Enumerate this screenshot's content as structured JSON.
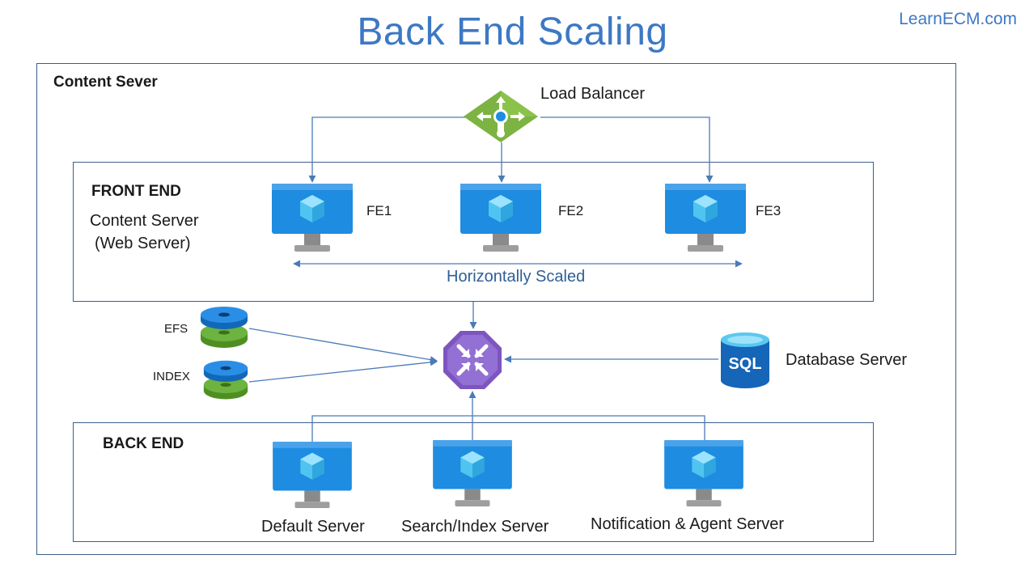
{
  "page": {
    "title": "Back End Scaling",
    "brand": "LearnECM.com"
  },
  "content_server": {
    "label": "Content Sever"
  },
  "load_balancer": {
    "label": "Load Balancer"
  },
  "front_end": {
    "heading": "FRONT END",
    "subtitle_line1": "Content Server",
    "subtitle_line2": "(Web Server)",
    "servers": [
      {
        "label": "FE1"
      },
      {
        "label": "FE2"
      },
      {
        "label": "FE3"
      }
    ],
    "scaling_label": "Horizontally Scaled"
  },
  "storage": {
    "efs_label": "EFS",
    "index_label": "INDEX"
  },
  "database": {
    "icon_text": "SQL",
    "label": "Database Server"
  },
  "back_end": {
    "heading": "BACK END",
    "servers": [
      {
        "label": "Default Server"
      },
      {
        "label": "Search/Index Server"
      },
      {
        "label": "Notification & Agent Server"
      }
    ]
  },
  "colors": {
    "title": "#3d78c4",
    "line": "#4a7ab8",
    "border": "#3b5f8a",
    "vm_blue": "#1e8ce0",
    "router_purple": "#8a63c8",
    "lb_green": "#7cb342",
    "disk_green": "#5aa02c"
  }
}
